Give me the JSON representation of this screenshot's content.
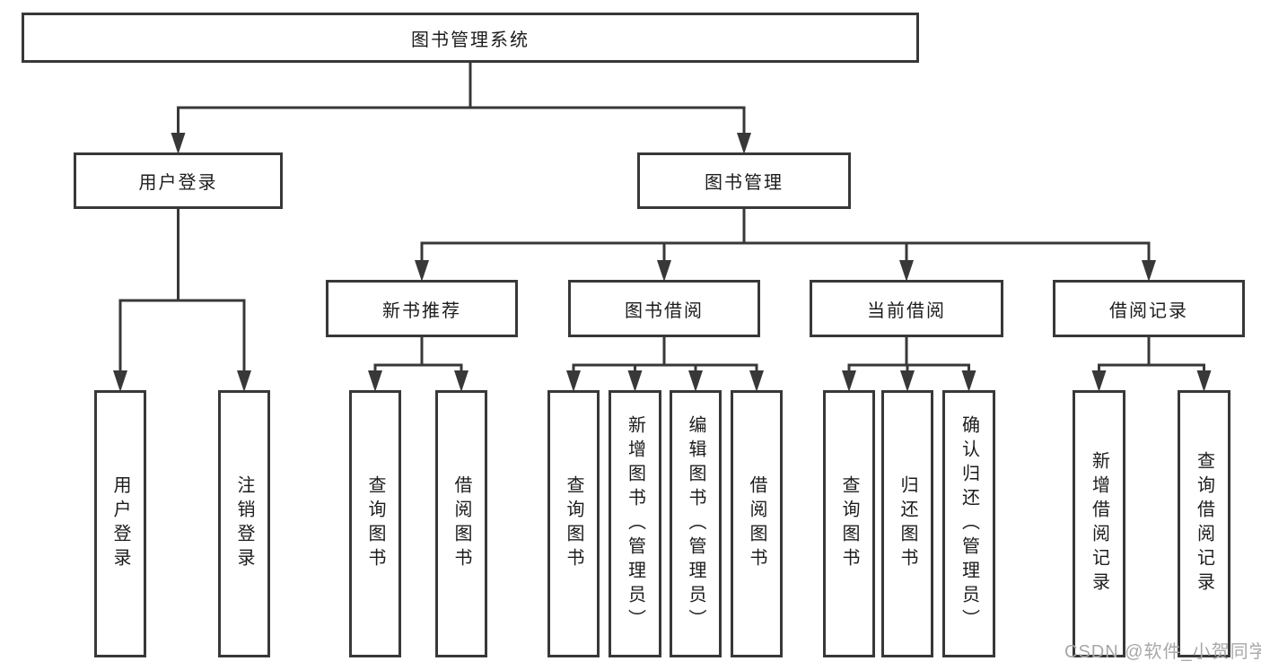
{
  "colors": {
    "line": "#383838",
    "box_border": "#383838",
    "box_fill": "#ffffff",
    "text": "#1c1c1c",
    "watermark": "#aaa7a7",
    "background": "#ffffff"
  },
  "watermark": {
    "text": "CSDN @软件_小贺同学"
  },
  "tree": {
    "id": "root",
    "label": "图书管理系统",
    "children": [
      {
        "id": "login",
        "label": "用户登录",
        "children": [
          {
            "id": "login-user",
            "label": "用户登录"
          },
          {
            "id": "login-logout",
            "label": "注销登录"
          }
        ]
      },
      {
        "id": "bookmgmt",
        "label": "图书管理",
        "children": [
          {
            "id": "newbook",
            "label": "新书推荐",
            "children": [
              {
                "id": "newbook-query",
                "label": "查询图书"
              },
              {
                "id": "newbook-borrow",
                "label": "借阅图书"
              }
            ]
          },
          {
            "id": "borrow",
            "label": "图书借阅",
            "children": [
              {
                "id": "borrow-query",
                "label": "查询图书"
              },
              {
                "id": "borrow-add",
                "label": "新增图书（管理员）"
              },
              {
                "id": "borrow-edit",
                "label": "编辑图书（管理员）"
              },
              {
                "id": "borrow-borrow",
                "label": "借阅图书"
              }
            ]
          },
          {
            "id": "current",
            "label": "当前借阅",
            "children": [
              {
                "id": "current-query",
                "label": "查询图书"
              },
              {
                "id": "current-return",
                "label": "归还图书"
              },
              {
                "id": "current-confirm",
                "label": "确认归还（管理员）"
              }
            ]
          },
          {
            "id": "records",
            "label": "借阅记录",
            "children": [
              {
                "id": "records-add",
                "label": "新增借阅记录"
              },
              {
                "id": "records-query",
                "label": "查询借阅记录"
              }
            ]
          }
        ]
      }
    ]
  }
}
